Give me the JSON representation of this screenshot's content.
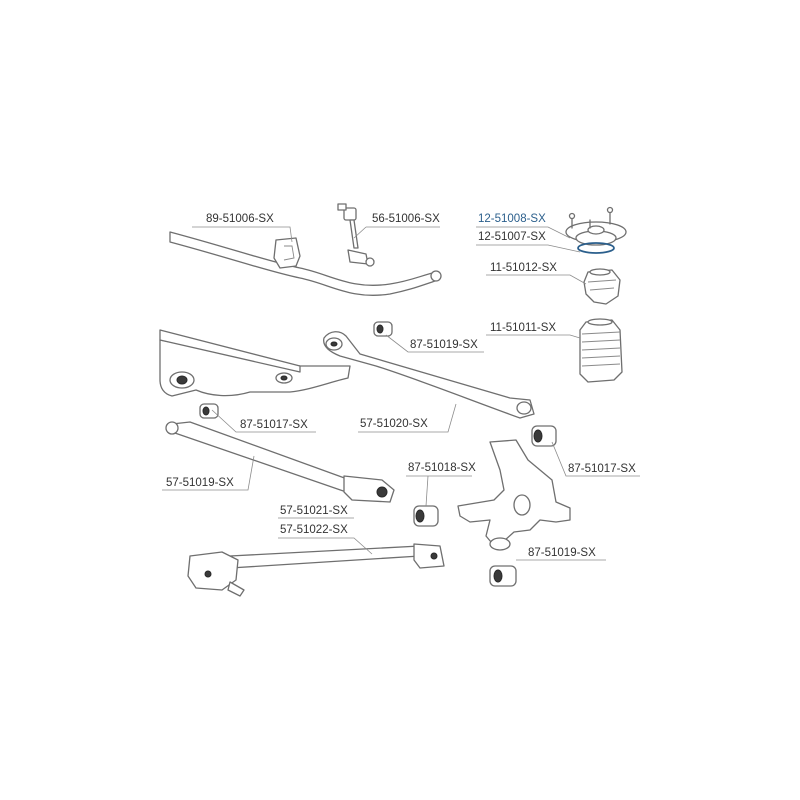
{
  "accent_color": "#2b5f8c",
  "labels": {
    "p89_51006": "89-51006-SX",
    "p56_51006": "56-51006-SX",
    "p12_51008": "12-51008-SX",
    "p12_51007": "12-51007-SX",
    "p11_51012": "11-51012-SX",
    "p11_51011": "11-51011-SX",
    "p87_51019_top": "87-51019-SX",
    "p87_51017_left": "87-51017-SX",
    "p57_51020": "57-51020-SX",
    "p87_51017_right": "87-51017-SX",
    "p87_51018": "87-51018-SX",
    "p57_51019": "57-51019-SX",
    "p57_51021": "57-51021-SX",
    "p57_51022": "57-51022-SX",
    "p87_51019_bottom": "87-51019-SX"
  }
}
